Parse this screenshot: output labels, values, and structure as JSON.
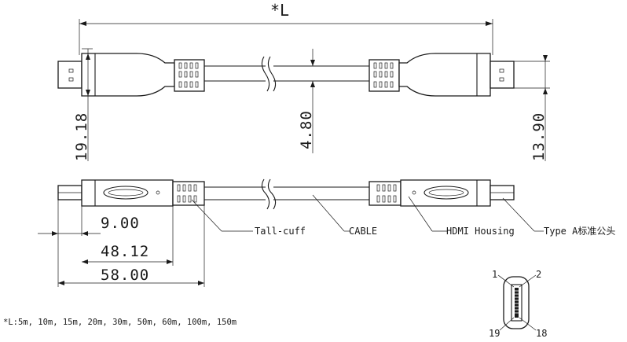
{
  "dimensions": {
    "overall_length": "*L",
    "connector_height": "19.18",
    "cable_diameter": "4.80",
    "plug_height": "13.90",
    "plug_length": "9.00",
    "cuff_length": "48.12",
    "total_connector_length": "58.00"
  },
  "callouts": {
    "tail_cuff": "Tall-cuff",
    "cable": "CABLE",
    "housing": "HDMI Housing",
    "type": "Type A标准公头"
  },
  "pins": {
    "pin_1": "1",
    "pin_2": "2",
    "pin_19": "19",
    "pin_18": "18"
  },
  "note": "*L:5m, 10m, 15m, 20m, 30m, 50m, 60m, 100m, 150m"
}
